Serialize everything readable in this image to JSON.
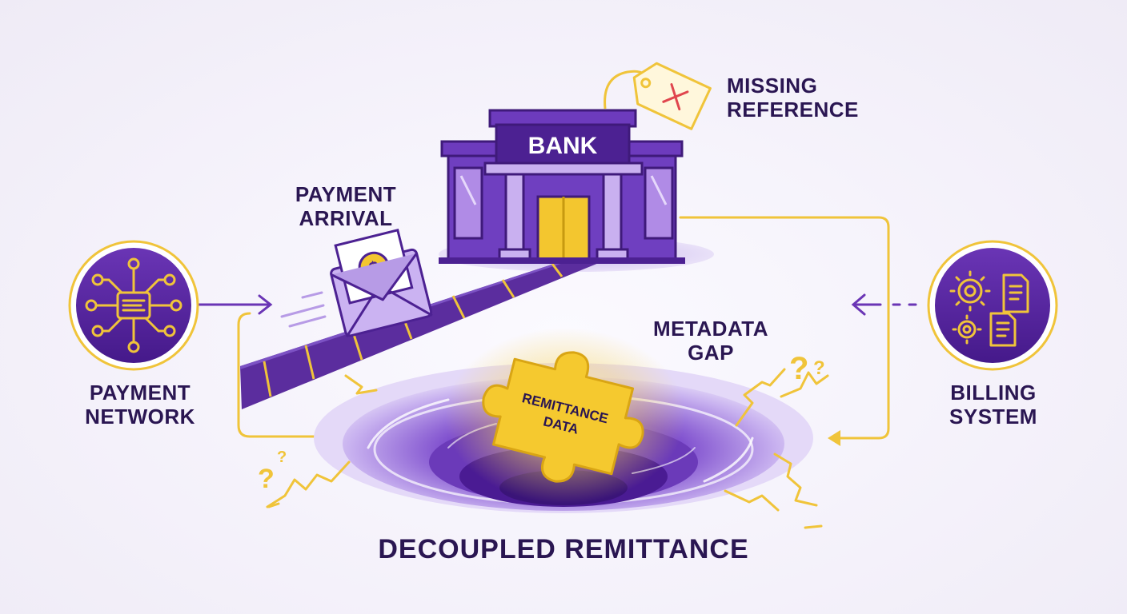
{
  "diagram": {
    "title": "DECOUPLED REMITTANCE",
    "bank": {
      "sign": "BANK"
    },
    "labels": {
      "missing_reference": [
        "MISSING",
        "REFERENCE"
      ],
      "payment_arrival": [
        "PAYMENT",
        "ARRIVAL"
      ],
      "payment_network": [
        "PAYMENT",
        "NETWORK"
      ],
      "metadata_gap": [
        "METADATA",
        "GAP"
      ],
      "billing_system": [
        "BILLING",
        "SYSTEM"
      ]
    },
    "puzzle_piece": [
      "REMITTANCE",
      "DATA"
    ],
    "icons": {
      "payment_network": "network-hub-icon",
      "billing_system": "gears-documents-icon",
      "payment": "envelope-dollar-icon",
      "missing_reference": "tag-x-icon",
      "unknown": "question-mark-icon"
    },
    "colors": {
      "purple": "#5b2d9e",
      "deep_purple": "#3f1a7a",
      "light_purple": "#b79be6",
      "gold": "#f0c43a",
      "dark_text": "#2a1652",
      "error_red": "#e0454e"
    }
  }
}
